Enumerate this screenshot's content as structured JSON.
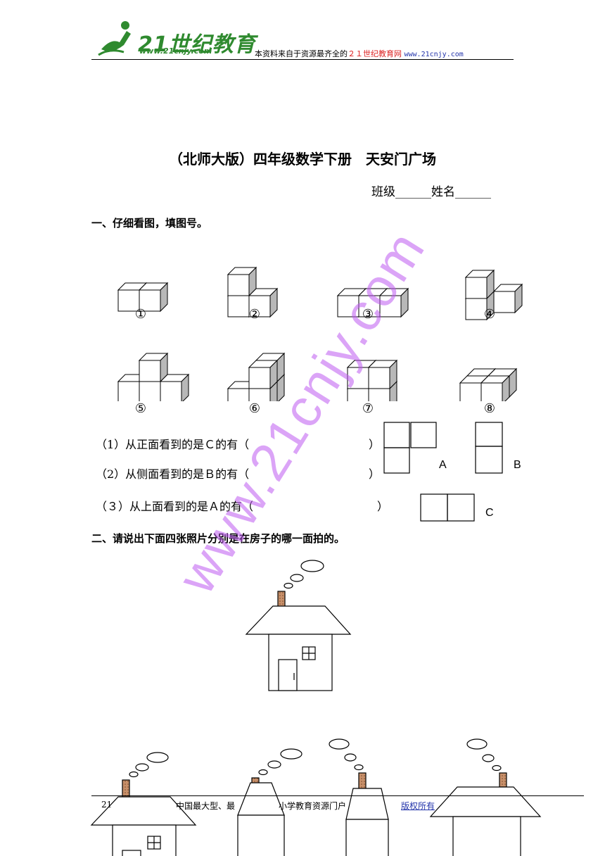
{
  "header": {
    "logo_text": "21世纪教育",
    "logo_url": "www.21cnjy.com",
    "note_prefix": "本资料来自于资源最齐全的",
    "note_site": "２１世纪教育网",
    "note_url": "www.21cnjy.com"
  },
  "title": {
    "main": "（北师大版）四年级数学下册",
    "lesson": "天安门广场"
  },
  "class_name_line": "班级______姓名______",
  "section1": {
    "heading": "一、仔细看图，填图号。",
    "figure_numbers": [
      "①",
      "②",
      "③",
      "④",
      "⑤",
      "⑥",
      "⑦",
      "⑧"
    ],
    "questions": [
      {
        "text": "（1）从正面看到的是Ｃ的有（",
        "close": "）"
      },
      {
        "text": "（2）从侧面看到的是Ｂ的有（",
        "close": "）"
      },
      {
        "text": "（３）从上面看到的是Ａ的有（",
        "close": "）"
      }
    ],
    "answer_labels": [
      "A",
      "B",
      "C"
    ]
  },
  "section2": {
    "heading": "二、请说出下面四张照片分别是在房子的哪一面拍的。"
  },
  "watermark": "www.21cnjy.com",
  "footer": {
    "left": "21",
    "middle": "中国最大型、最",
    "middle2": "小学教育资源门户",
    "link": "版权所有"
  },
  "colors": {
    "logo_green": "#2f8a2f",
    "watermark": "#be5af0",
    "chimney": "#c8906a",
    "cube_side": "#b8b8b8"
  }
}
